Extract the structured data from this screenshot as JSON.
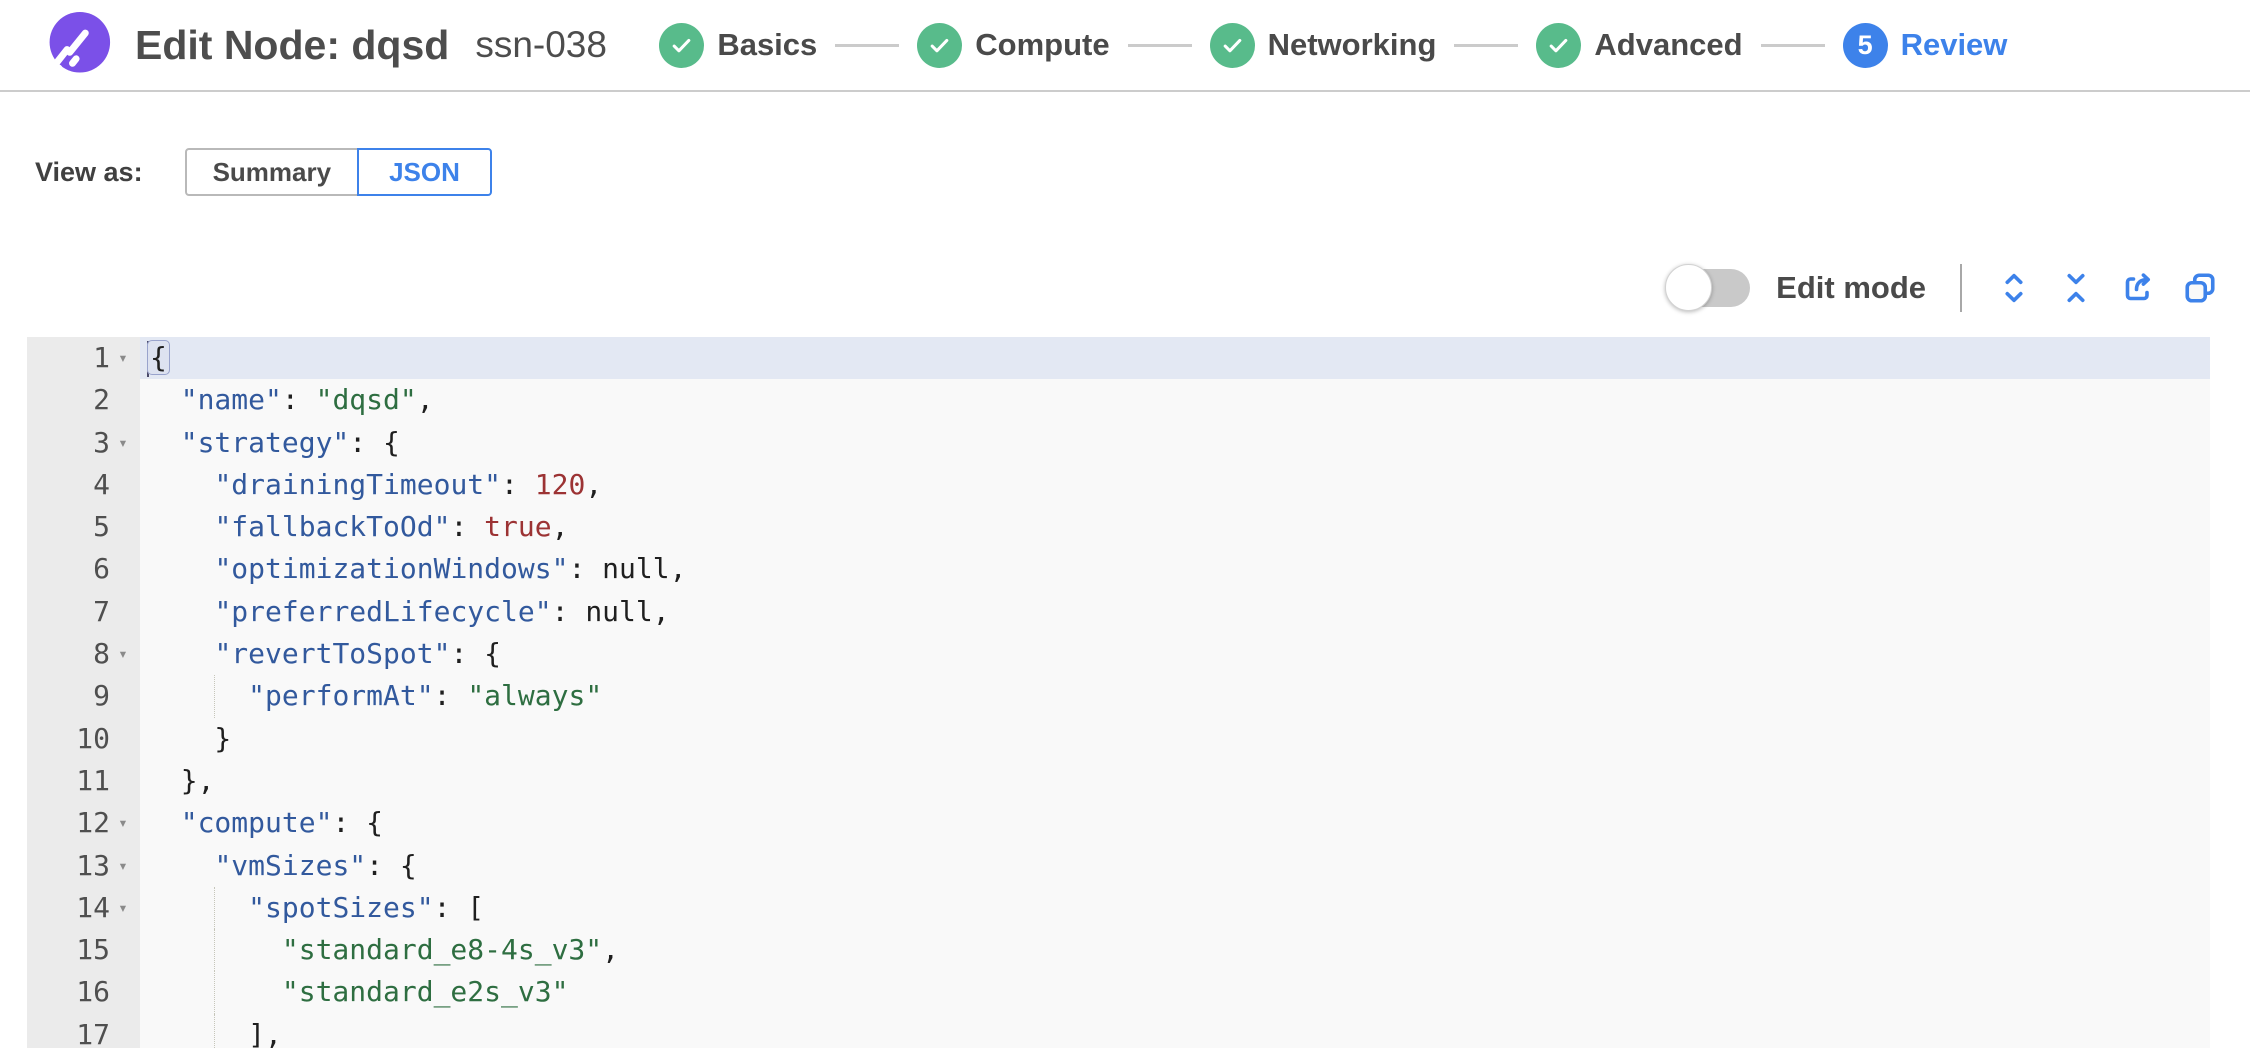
{
  "header": {
    "title": "Edit Node: dqsd",
    "subtitle": "ssn-038",
    "steps": [
      {
        "label": "Basics",
        "state": "done"
      },
      {
        "label": "Compute",
        "state": "done"
      },
      {
        "label": "Networking",
        "state": "done"
      },
      {
        "label": "Advanced",
        "state": "done"
      },
      {
        "label": "Review",
        "state": "current",
        "number": "5"
      }
    ]
  },
  "view_as": {
    "label": "View as:",
    "options": [
      {
        "label": "Summary",
        "selected": false
      },
      {
        "label": "JSON",
        "selected": true
      }
    ]
  },
  "toolbar": {
    "edit_mode_label": "Edit mode",
    "edit_mode_on": false,
    "icons": [
      "expand-icon",
      "collapse-icon",
      "export-icon",
      "copy-icon"
    ]
  },
  "colors": {
    "accent_blue": "#3d82ea",
    "step_green": "#58bb8b",
    "brand_purple": "#7b50e8",
    "json_key": "#32599d",
    "json_string": "#2e6e41",
    "json_number": "#9c3334"
  },
  "editor": {
    "lines": [
      {
        "num": 1,
        "fold": true,
        "active": true,
        "cursor": true,
        "seg": [
          [
            "{",
            "b"
          ]
        ]
      },
      {
        "num": 2,
        "seg": [
          [
            "  ",
            "p"
          ],
          [
            "\"name\"",
            "k"
          ],
          [
            ": ",
            "p"
          ],
          [
            "\"dqsd\"",
            "s"
          ],
          [
            ",",
            "p"
          ]
        ]
      },
      {
        "num": 3,
        "fold": true,
        "seg": [
          [
            "  ",
            "p"
          ],
          [
            "\"strategy\"",
            "k"
          ],
          [
            ": {",
            "p"
          ]
        ]
      },
      {
        "num": 4,
        "seg": [
          [
            "    ",
            "p"
          ],
          [
            "\"drainingTimeout\"",
            "k"
          ],
          [
            ": ",
            "p"
          ],
          [
            "120",
            "n"
          ],
          [
            ",",
            "p"
          ]
        ]
      },
      {
        "num": 5,
        "seg": [
          [
            "    ",
            "p"
          ],
          [
            "\"fallbackToOd\"",
            "k"
          ],
          [
            ": ",
            "p"
          ],
          [
            "true",
            "n"
          ],
          [
            ",",
            "p"
          ]
        ]
      },
      {
        "num": 6,
        "seg": [
          [
            "    ",
            "p"
          ],
          [
            "\"optimizationWindows\"",
            "k"
          ],
          [
            ": ",
            "p"
          ],
          [
            "null",
            "x"
          ],
          [
            ",",
            "p"
          ]
        ]
      },
      {
        "num": 7,
        "seg": [
          [
            "    ",
            "p"
          ],
          [
            "\"preferredLifecycle\"",
            "k"
          ],
          [
            ": ",
            "p"
          ],
          [
            "null",
            "x"
          ],
          [
            ",",
            "p"
          ]
        ]
      },
      {
        "num": 8,
        "fold": true,
        "seg": [
          [
            "    ",
            "p"
          ],
          [
            "\"revertToSpot\"",
            "k"
          ],
          [
            ": {",
            "p"
          ]
        ]
      },
      {
        "num": 9,
        "guides": [
          4
        ],
        "seg": [
          [
            "      ",
            "p"
          ],
          [
            "\"performAt\"",
            "k"
          ],
          [
            ": ",
            "p"
          ],
          [
            "\"always\"",
            "s"
          ]
        ]
      },
      {
        "num": 10,
        "seg": [
          [
            "    }",
            "p"
          ]
        ]
      },
      {
        "num": 11,
        "seg": [
          [
            "  },",
            "p"
          ]
        ]
      },
      {
        "num": 12,
        "fold": true,
        "seg": [
          [
            "  ",
            "p"
          ],
          [
            "\"compute\"",
            "k"
          ],
          [
            ": {",
            "p"
          ]
        ]
      },
      {
        "num": 13,
        "fold": true,
        "seg": [
          [
            "    ",
            "p"
          ],
          [
            "\"vmSizes\"",
            "k"
          ],
          [
            ": {",
            "p"
          ]
        ]
      },
      {
        "num": 14,
        "fold": true,
        "guides": [
          4
        ],
        "seg": [
          [
            "      ",
            "p"
          ],
          [
            "\"spotSizes\"",
            "k"
          ],
          [
            ": [",
            "p"
          ]
        ]
      },
      {
        "num": 15,
        "guides": [
          4
        ],
        "seg": [
          [
            "        ",
            "p"
          ],
          [
            "\"standard_e8-4s_v3\"",
            "s"
          ],
          [
            ",",
            "p"
          ]
        ]
      },
      {
        "num": 16,
        "guides": [
          4
        ],
        "seg": [
          [
            "        ",
            "p"
          ],
          [
            "\"standard_e2s_v3\"",
            "s"
          ]
        ]
      },
      {
        "num": 17,
        "guides": [
          4
        ],
        "seg": [
          [
            "      ],",
            "p"
          ]
        ]
      }
    ]
  }
}
